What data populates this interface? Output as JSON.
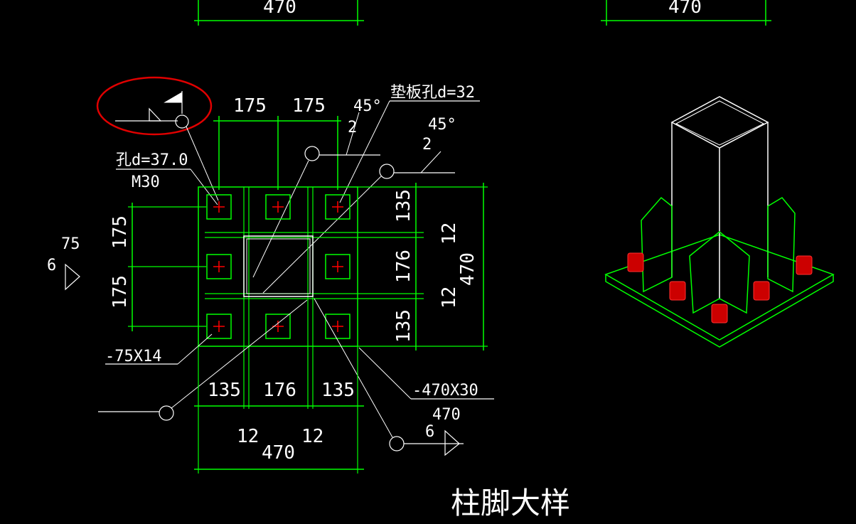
{
  "drawing": {
    "title": "柱脚大样",
    "colors": {
      "background": "#000000",
      "plate": "#00ff00",
      "text": "#ffffff",
      "bolt_mark": "#ff0000",
      "highlight_ellipse": "#e00000",
      "column": "#ffffff"
    },
    "top_dims": {
      "left": "470",
      "right": "470"
    },
    "plan": {
      "top_spacing": [
        "175",
        "175"
      ],
      "bottom_spacing": [
        "135",
        "176",
        "135"
      ],
      "bottom_gaps": [
        "12",
        "12"
      ],
      "bottom_total": "470",
      "left_spacing": [
        "175",
        "175"
      ],
      "right_spacing": [
        "135",
        "176",
        "135"
      ],
      "right_gaps": [
        "12",
        "12"
      ],
      "right_total": "470"
    },
    "labels": {
      "bolt_hole": "孔d=37.0",
      "bolt": "M30",
      "washer_hole": "垫板孔d=32",
      "weld_angle_1": "45°",
      "weld_size_1": "2",
      "weld_angle_2": "45°",
      "weld_size_2": "2",
      "washer_plate": "-75X14",
      "base_plate": "-470X30",
      "stiffener_size": "470",
      "stiffener_thk": "6",
      "weld_left_size": "75",
      "weld_left_thk": "6"
    }
  }
}
